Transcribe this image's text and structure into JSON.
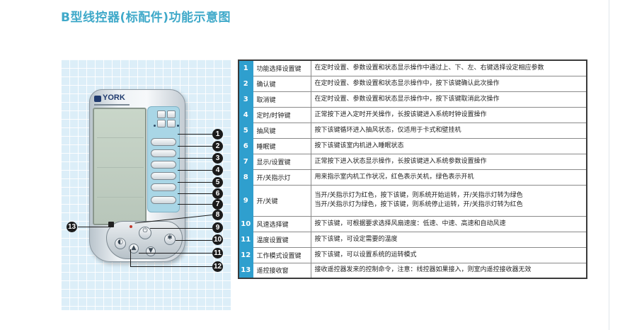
{
  "title": "B型线控器(标配件)功能示意图",
  "remote": {
    "brand": "YORK"
  },
  "callouts": [
    "1",
    "2",
    "3",
    "4",
    "5",
    "6",
    "7",
    "8",
    "9",
    "10",
    "11",
    "12",
    "13"
  ],
  "table": {
    "rows": [
      {
        "num": "1",
        "name": "功能选择设置键",
        "desc": [
          "在定时设置、参数设置和状态显示操作中通过上、下、左、右键选择设定相应参数"
        ]
      },
      {
        "num": "2",
        "name": "确认键",
        "desc": [
          "在定时设置、参数设置和状态显示操作中，按下该键确认此次操作"
        ]
      },
      {
        "num": "3",
        "name": "取消键",
        "desc": [
          "在定时设置、参数设置和状态显示操作中，按下该键取消此次操作"
        ]
      },
      {
        "num": "4",
        "name": "定时/时钟键",
        "desc": [
          "正常按下进入定时开关操作，长按该键进入系统时钟设置操作"
        ]
      },
      {
        "num": "5",
        "name": "抽风键",
        "desc": [
          "按下该键循环进入抽风状态，仅适用于卡式和壁挂机"
        ]
      },
      {
        "num": "6",
        "name": "睡眠键",
        "desc": [
          "按下该键该室内机进入睡眠状态"
        ]
      },
      {
        "num": "7",
        "name": "显示/设置键",
        "desc": [
          "正常按下进入状态显示操作，长按该键进入系统参数设置操作"
        ]
      },
      {
        "num": "8",
        "name": "开/关指示灯",
        "desc": [
          "用来指示室内机工作状况，红色表示关机，绿色表示开机"
        ]
      },
      {
        "num": "9",
        "name": "开/关键",
        "desc": [
          "当开/关指示灯为红色，按下该键，则系统开始运转，开/关指示灯转为绿色",
          "当开/关指示灯为绿色，按下该键，则系统停止运转，开/关指示灯转为红色"
        ]
      },
      {
        "num": "10",
        "name": "风速选择键",
        "desc": [
          "按下该键，可根据要求选择风扇速度：低速、中速、高速和自动风速"
        ]
      },
      {
        "num": "11",
        "name": "温度设置键",
        "desc": [
          "按下该键，可设定需要的温度"
        ]
      },
      {
        "num": "12",
        "name": "工作模式设置键",
        "desc": [
          "按下该键，可以设置系统的运转模式"
        ]
      },
      {
        "num": "13",
        "name": "遥控接收窗",
        "desc": [
          "接收遥控器发来的控制命令，注意：线控器如果接入，则室内遥控接收器无效"
        ]
      }
    ]
  }
}
